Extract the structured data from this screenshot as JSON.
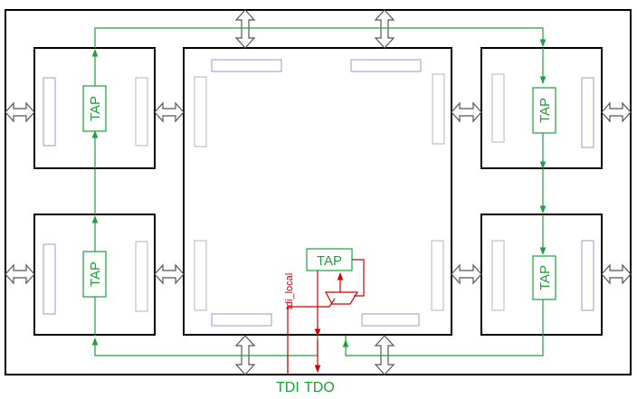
{
  "tap_label": "TAP",
  "pins": {
    "tdi": "TDI",
    "tdo": "TDO"
  },
  "local_label": "tdi_local",
  "colors": {
    "frame": "#000000",
    "chain": "#1aa33a",
    "local": "#d10000",
    "pad_blue": "#9a9ad6",
    "pad_gray": "#b5b5b5",
    "io_arrow": "#555555"
  },
  "icons": [
    "bidirectional-arrow-icon",
    "multiplexer-icon",
    "arrowhead-icon"
  ]
}
